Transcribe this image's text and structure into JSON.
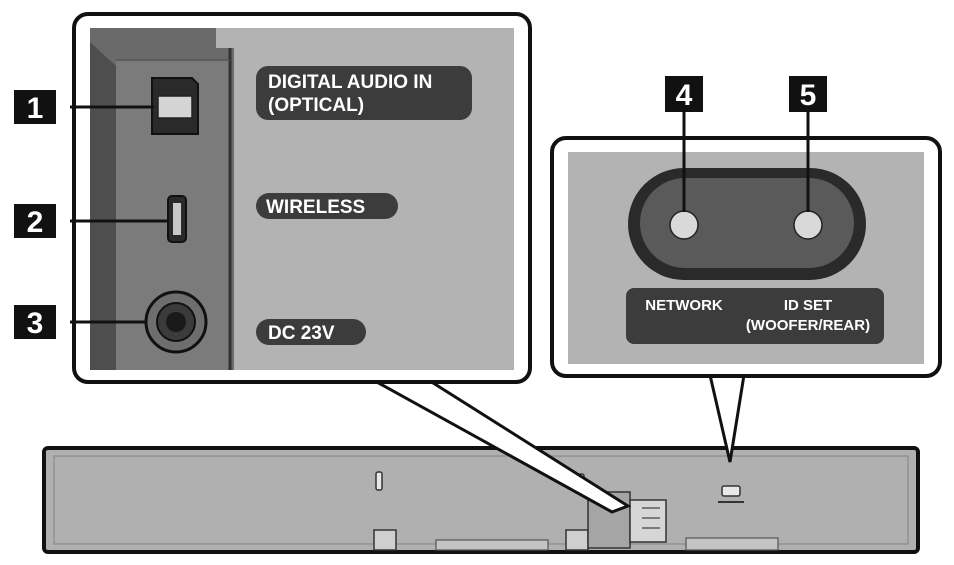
{
  "callouts": [
    {
      "number": "1",
      "label_line1": "DIGITAL AUDIO IN",
      "label_line2": "(OPTICAL)"
    },
    {
      "number": "2",
      "label": "WIRELESS"
    },
    {
      "number": "3",
      "label": "DC 23V"
    },
    {
      "number": "4",
      "label": "NETWORK"
    },
    {
      "number": "5",
      "label_line1": "ID SET",
      "label_line2": "(WOOFER/REAR)"
    }
  ],
  "colors": {
    "panel_gray": "#b3b3b3",
    "dark_gray": "#3c3c3c",
    "badge_black": "#111111",
    "port_light": "#d9d9d9",
    "outline": "#111111"
  }
}
